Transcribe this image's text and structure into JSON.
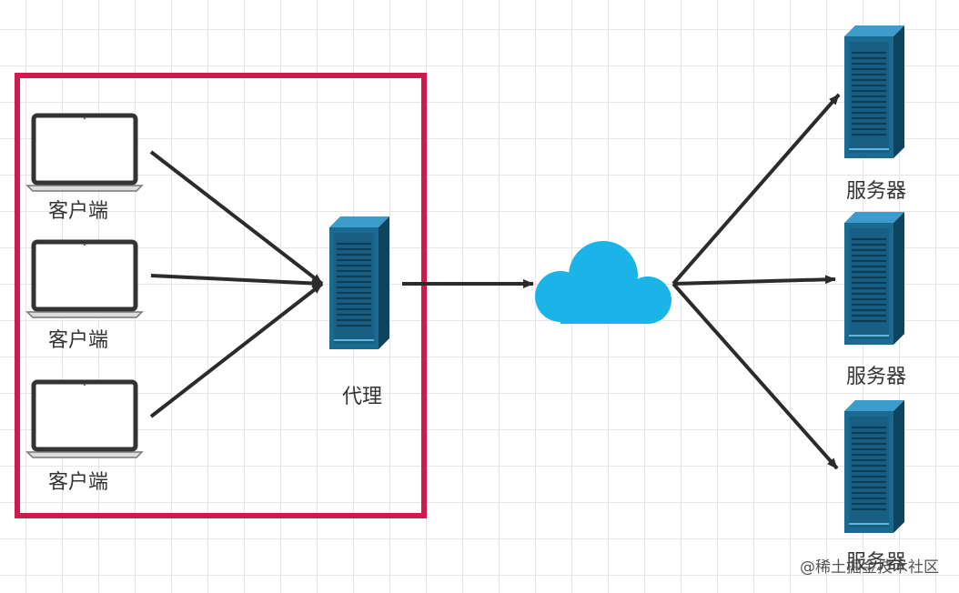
{
  "clients": [
    {
      "label": "客户端"
    },
    {
      "label": "客户端"
    },
    {
      "label": "客户端"
    }
  ],
  "proxy": {
    "label": "代理"
  },
  "servers": [
    {
      "label": "服务器"
    },
    {
      "label": "服务器"
    },
    {
      "label": "服务器"
    }
  ],
  "watermark": "@稀土掘金技术社区",
  "colors": {
    "frame": "#d0194f",
    "cloud": "#1ab4e8",
    "server_front": "#1a6a91",
    "server_side": "#0d4560",
    "server_top": "#3c9ccb",
    "arrow": "#2b2b2b"
  }
}
